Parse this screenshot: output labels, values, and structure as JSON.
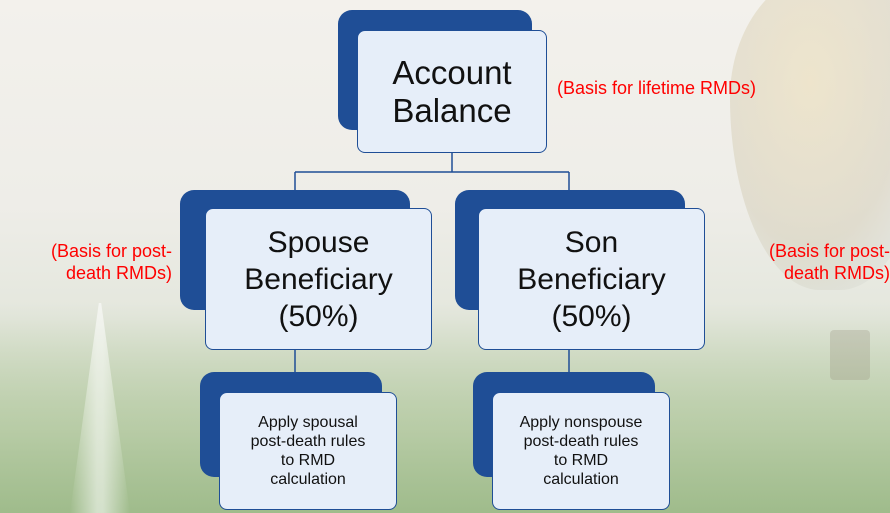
{
  "colors": {
    "box_dark": "#1f4e96",
    "box_fill": "#e6eef9",
    "annotation_text": "#ff0000",
    "connector": "#1f4e96"
  },
  "diagram": {
    "root": {
      "label": "Account\nBalance",
      "annotation": "(Basis for lifetime RMDs)"
    },
    "children": [
      {
        "label": "Spouse\nBeneficiary\n(50%)",
        "annotation": "(Basis for post-\ndeath RMDs)",
        "action": "Apply spousal\npost-death rules\nto RMD\ncalculation"
      },
      {
        "label": "Son\nBeneficiary\n(50%)",
        "annotation": "(Basis for post-\ndeath RMDs)",
        "action": "Apply nonspouse\npost-death rules\nto RMD\ncalculation"
      }
    ]
  }
}
